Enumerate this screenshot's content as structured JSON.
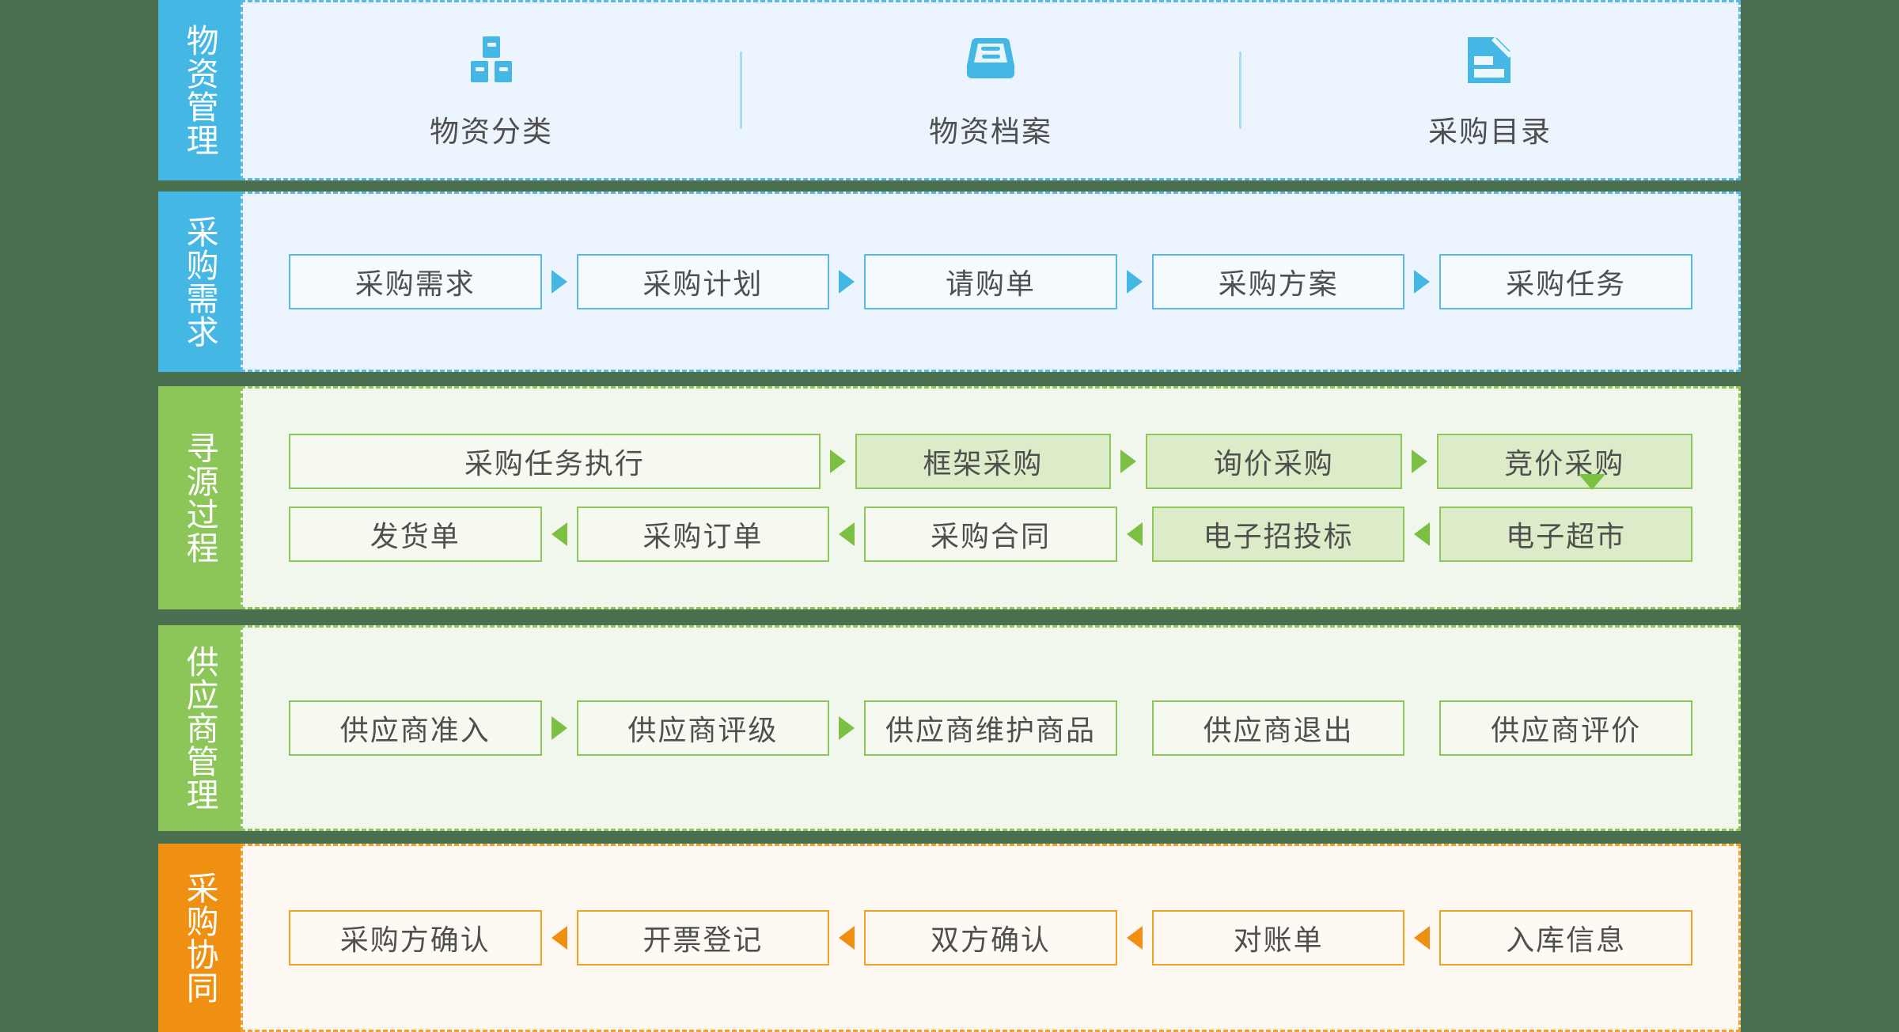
{
  "theme": {
    "page_background": "#4a7050",
    "blue": "#45b7e4",
    "blue_panel": "#ecf5fd",
    "green": "#8dc658",
    "green_panel": "#f1f7ec",
    "green_fill": "#ddecc8",
    "orange": "#ef9013",
    "orange_panel": "#fdf8f1",
    "text": "#4f4f4f"
  },
  "rows": [
    {
      "label": "物资管理",
      "theme": "blue",
      "type": "icons",
      "items": [
        {
          "caption": "物资分类",
          "icon": "boxes-stack-icon"
        },
        {
          "caption": "物资档案",
          "icon": "inbox-tray-icon"
        },
        {
          "caption": "采购目录",
          "icon": "document-catalog-icon"
        }
      ]
    },
    {
      "label": "采购需求",
      "theme": "blue",
      "type": "flow",
      "nodes": [
        "采购需求",
        "采购计划",
        "请购单",
        "采购方案",
        "采购任务"
      ],
      "arrows": [
        "right",
        "right",
        "right",
        "right"
      ]
    },
    {
      "label": "寻源过程",
      "theme": "green",
      "type": "flow2",
      "top": {
        "nodes": [
          "采购任务执行",
          "框架采购",
          "询价采购",
          "竞价采购"
        ],
        "filled": [
          false,
          true,
          true,
          true
        ],
        "arrows": [
          "right",
          "right",
          "right"
        ]
      },
      "bottom": {
        "nodes": [
          "发货单",
          "采购订单",
          "采购合同",
          "电子招投标",
          "电子超市"
        ],
        "filled": [
          false,
          false,
          false,
          true,
          true
        ],
        "arrows": [
          "left",
          "left",
          "left",
          "left"
        ]
      },
      "down_arrow_from": "竞价采购",
      "down_arrow_to": "电子超市"
    },
    {
      "label": "供应商管理",
      "theme": "green",
      "type": "flow",
      "nodes": [
        "供应商准入",
        "供应商评级",
        "供应商维护商品",
        "供应商退出",
        "供应商评价"
      ],
      "arrows": [
        "right",
        "right",
        "none",
        "none"
      ]
    },
    {
      "label": "采购协同",
      "theme": "orange",
      "type": "flow",
      "nodes": [
        "采购方确认",
        "开票登记",
        "双方确认",
        "对账单",
        "入库信息"
      ],
      "arrows": [
        "left",
        "left",
        "left",
        "left"
      ]
    }
  ]
}
